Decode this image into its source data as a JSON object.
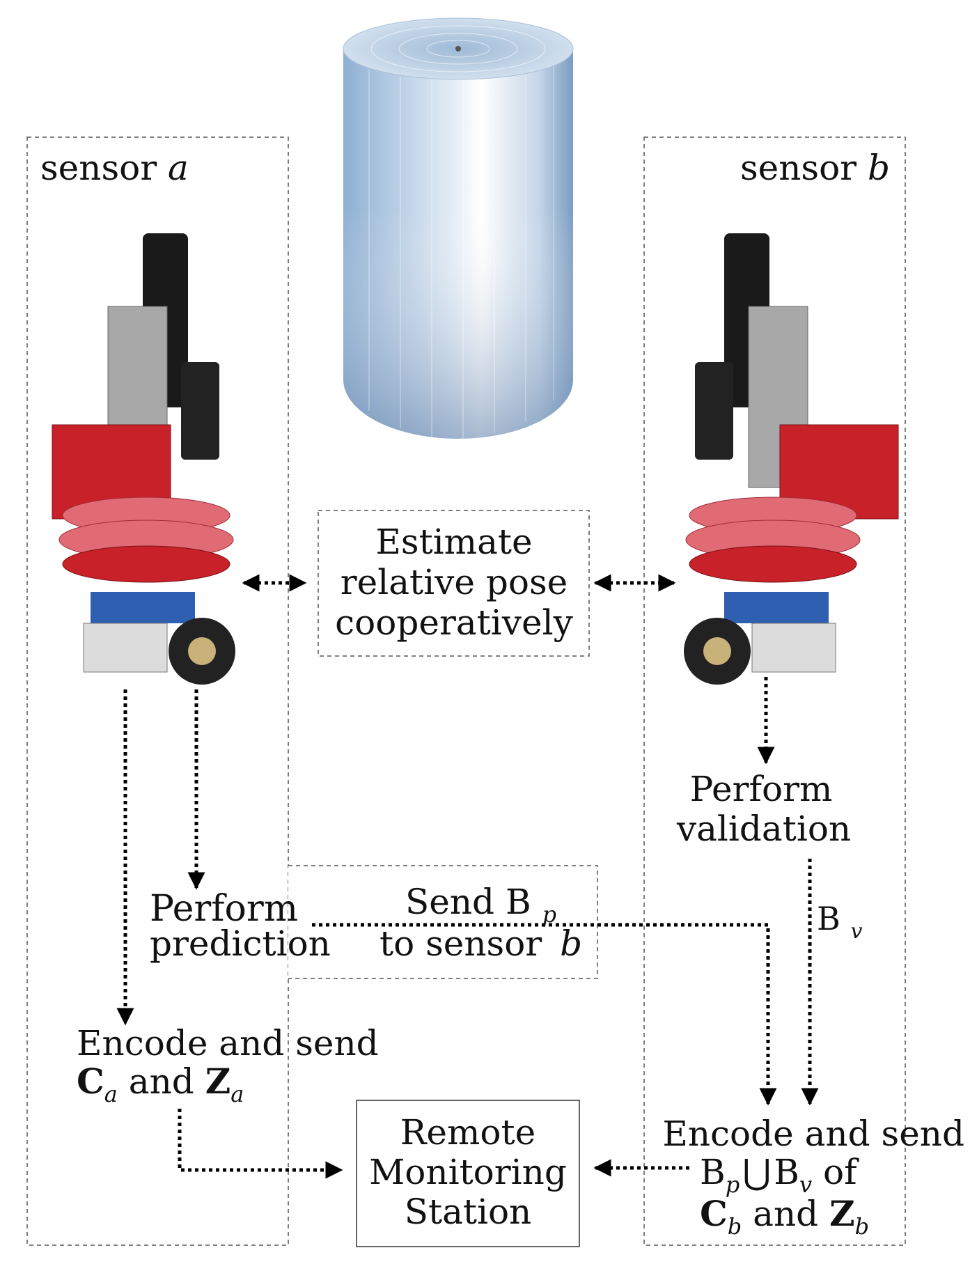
{
  "sensor_a": {
    "label": "sensor",
    "var": "a"
  },
  "sensor_b": {
    "label": "sensor",
    "var": "b"
  },
  "center_box": {
    "line1": "Estimate",
    "line2": "relative pose",
    "line3": "cooperatively"
  },
  "validation": {
    "line1": "Perform",
    "line2": "validation"
  },
  "bv_label": {
    "main": "B",
    "sub": "v"
  },
  "prediction": {
    "line1": "Perform",
    "line2": "prediction"
  },
  "send_bp": {
    "send": "Send B",
    "sub": "p",
    "to": "to sensor",
    "var": "b"
  },
  "encode_a": {
    "line1": "Encode and send",
    "c": "C",
    "c_sub": "a",
    "and": " and ",
    "z": "Z",
    "z_sub": "a"
  },
  "remote": {
    "line1": "Remote",
    "line2": "Monitoring",
    "line3": "Station"
  },
  "encode_b": {
    "line1": "Encode and send",
    "b1": "B",
    "b1_sub": "p",
    "union": "⋃",
    "b2": "B",
    "b2_sub": "v",
    "of": " of",
    "c": "C",
    "c_sub": "b",
    "and": " and ",
    "z": "Z",
    "z_sub": "b"
  },
  "colors": {
    "cylinder_light": "#ffffff",
    "cylinder_mid": "#bcd1e6",
    "cylinder_dark": "#6f8fb5",
    "board_red": "#c8212a",
    "frame_black": "#1a1a1a"
  },
  "icons": [
    "obstacle-cylinder",
    "robot-sensor-a",
    "robot-sensor-b"
  ]
}
